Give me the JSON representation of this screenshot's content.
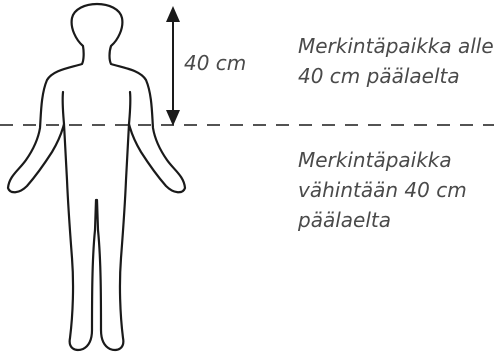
{
  "measurement": {
    "label": "40 cm"
  },
  "zones": {
    "upper": {
      "line1": "Merkintäpaikka alle",
      "line2": "40 cm päälaelta"
    },
    "lower": {
      "line1": "Merkintäpaikka",
      "line2": "vähintään 40 cm",
      "line3": "päälaelta"
    }
  },
  "colors": {
    "stroke": "#1a1a1a",
    "text": "#4a4a4a"
  },
  "icons": {
    "figure": "human-figure-outline-icon",
    "arrow": "double-headed-arrow-icon"
  }
}
